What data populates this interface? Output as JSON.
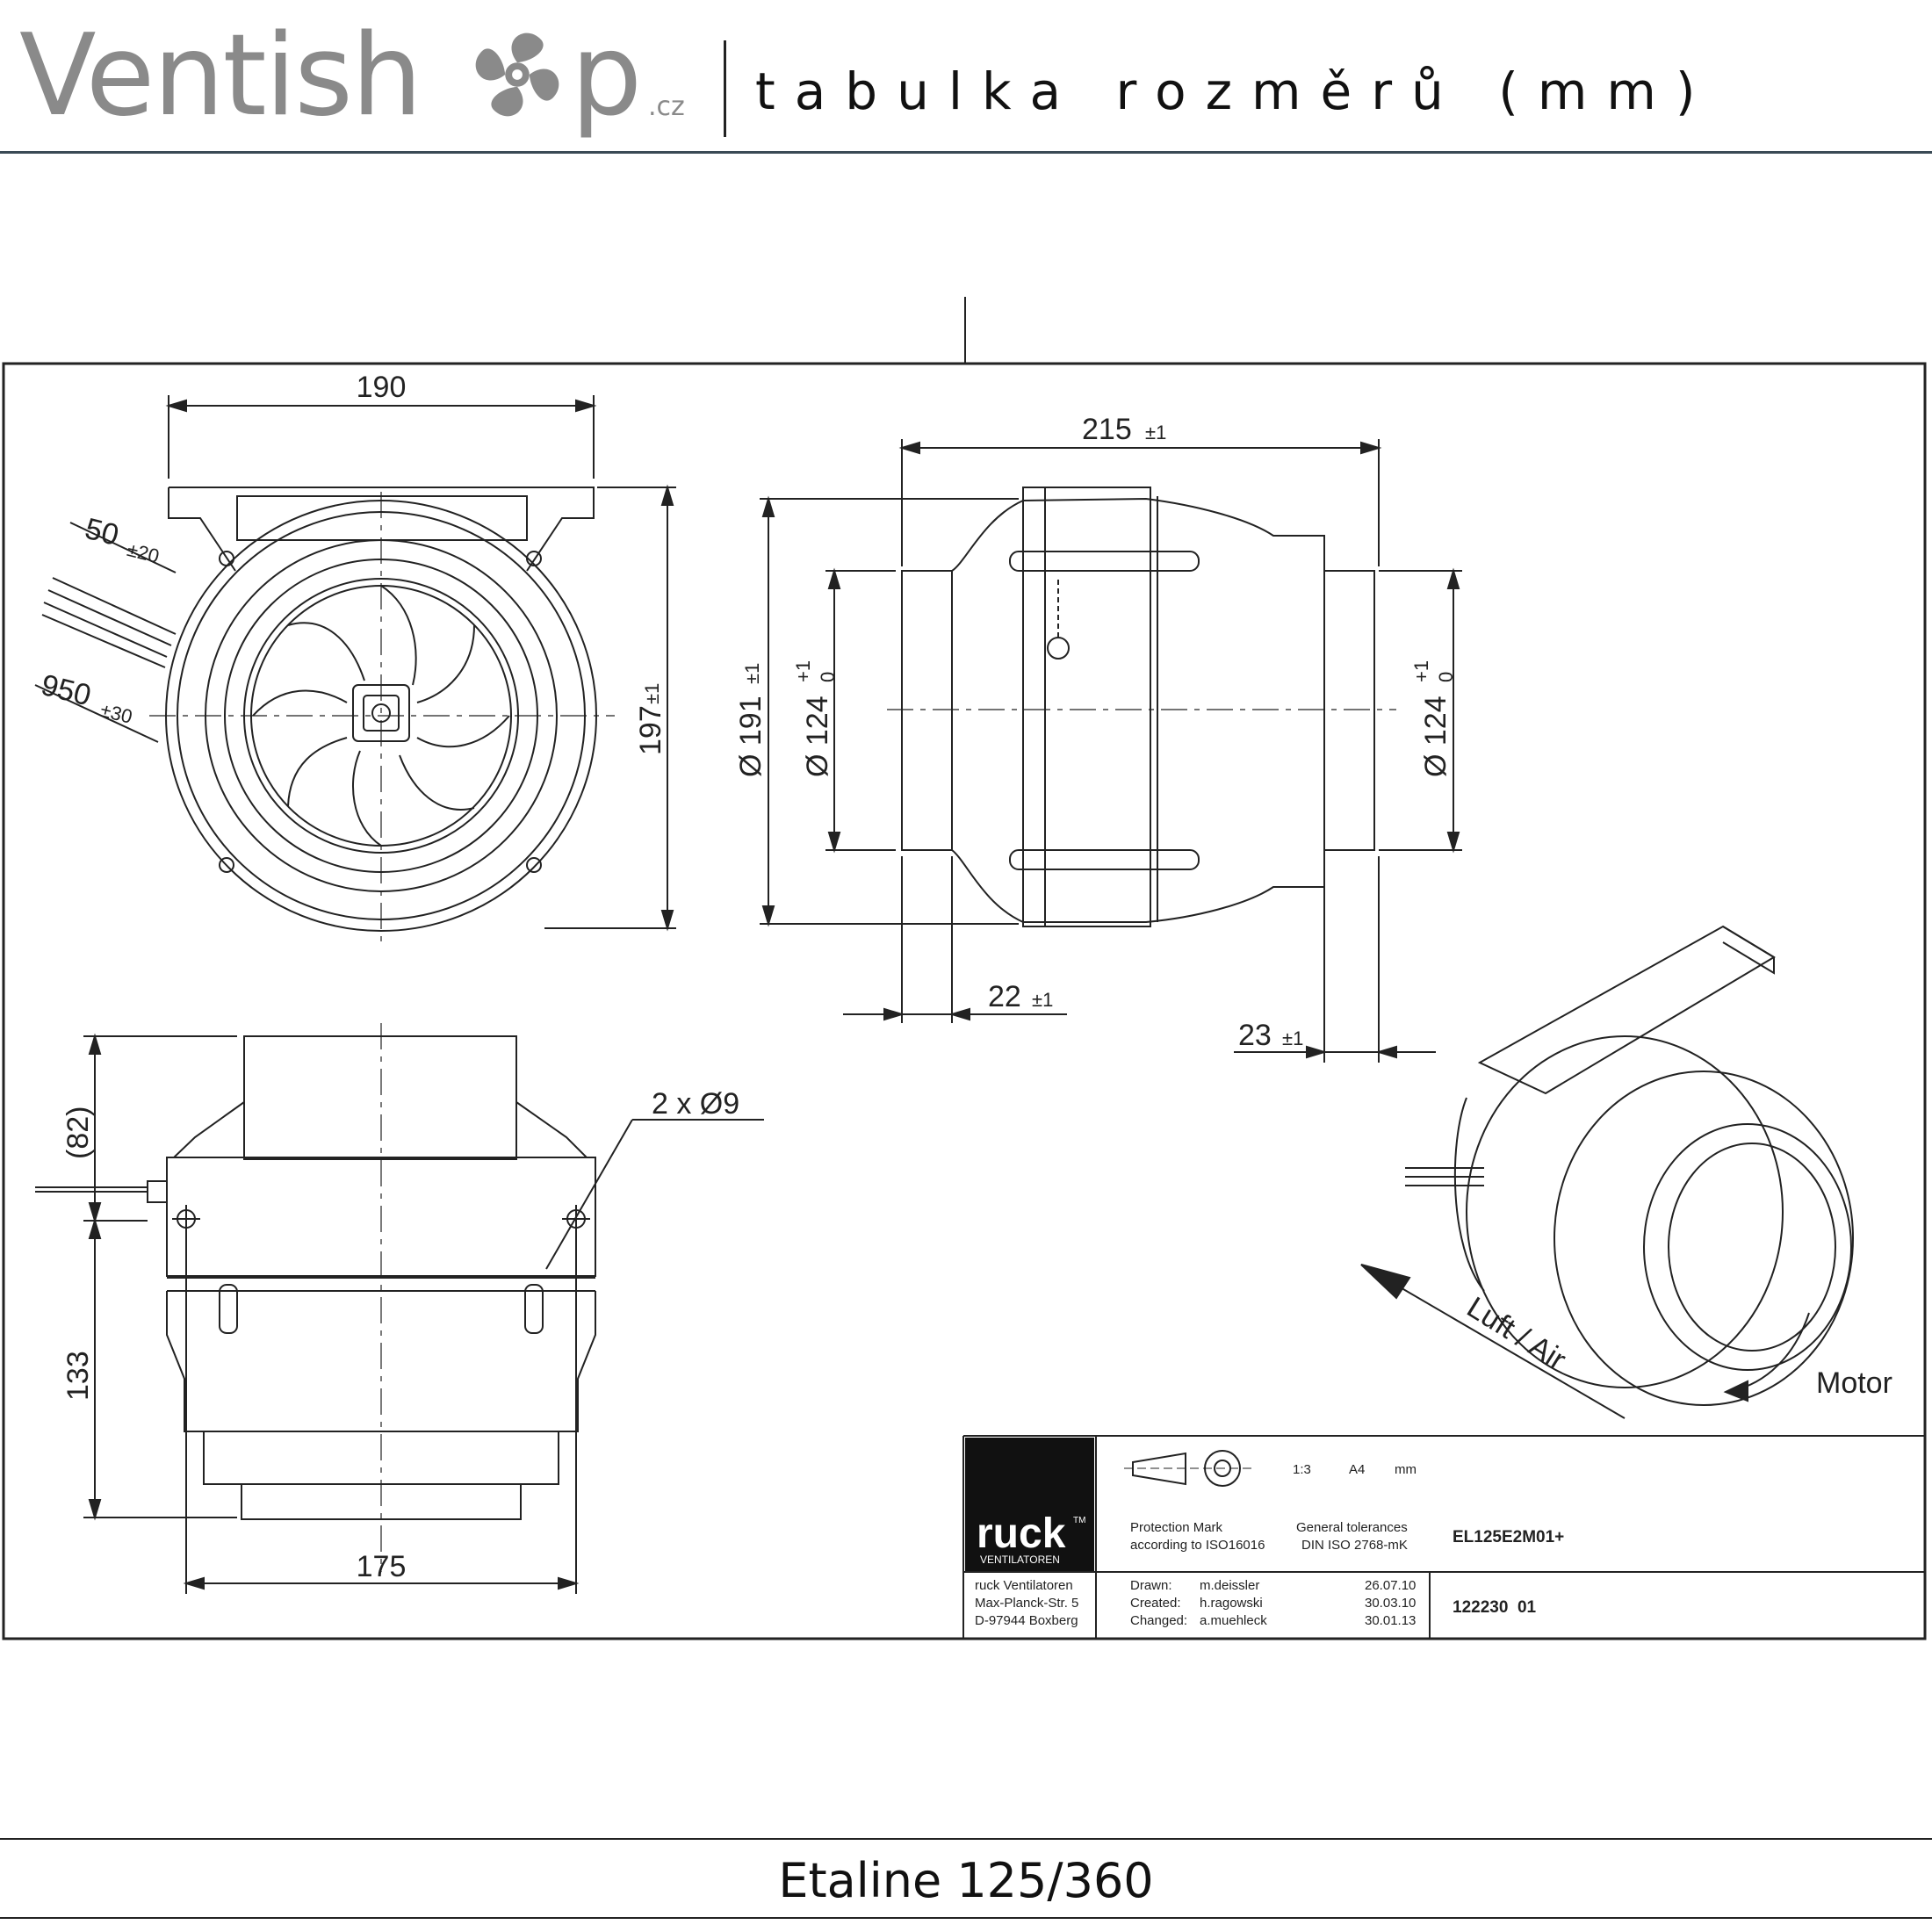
{
  "header": {
    "logo_text": "Ventish",
    "logo_p": "p",
    "logo_tld": ".cz",
    "title": "tabulka rozměrů (mm)"
  },
  "drawing": {
    "front_view": {
      "width": "190",
      "cable_len_a": "50",
      "cable_len_a_tol": "±20",
      "cable_len_b": "950",
      "cable_len_b_tol": "±30",
      "height": "197",
      "height_tol": "±1"
    },
    "side_view": {
      "length": "215",
      "length_tol": "±1",
      "outer_dia": "Ø 191",
      "outer_dia_tol": "±1",
      "spigot_dia_left": "Ø 124",
      "spigot_dia_right": "Ø 124",
      "spigot_tol_plus": "+1",
      "spigot_tol_zero": "0",
      "spigot_len_left": "22",
      "spigot_len_left_tol": "±1",
      "spigot_len_right": "23",
      "spigot_len_right_tol": "±1"
    },
    "bottom_view": {
      "hole_note": "2 x Ø9",
      "top_height": "(82)",
      "bottom_height": "133",
      "base_width": "175"
    },
    "iso_view": {
      "air_label": "Luft / Air",
      "motor_label": "Motor"
    }
  },
  "title_block": {
    "brand": "ruck",
    "brand_tm": "TM",
    "brand_sub": "VENTILATOREN",
    "scale": "1:3",
    "paper": "A4",
    "unit": "mm",
    "protection_line1": "Protection Mark",
    "protection_line2": "according to ISO16016",
    "tolerances_line1": "General tolerances",
    "tolerances_line2": "DIN ISO 2768-mK",
    "model": "EL125E2M01+",
    "address_line1": "ruck Ventilatoren",
    "address_line2": "Max-Planck-Str. 5",
    "address_line3": "D-97944 Boxberg",
    "drawn_label": "Drawn:",
    "drawn_by": "m.deissler",
    "drawn_date": "26.07.10",
    "created_label": "Created:",
    "created_by": "h.ragowski",
    "created_date": "30.03.10",
    "changed_label": "Changed:",
    "changed_by": "a.muehleck",
    "changed_date": "30.01.13",
    "drawing_number": "122230  01"
  },
  "footer": {
    "product_name": "Etaline 125/360"
  }
}
